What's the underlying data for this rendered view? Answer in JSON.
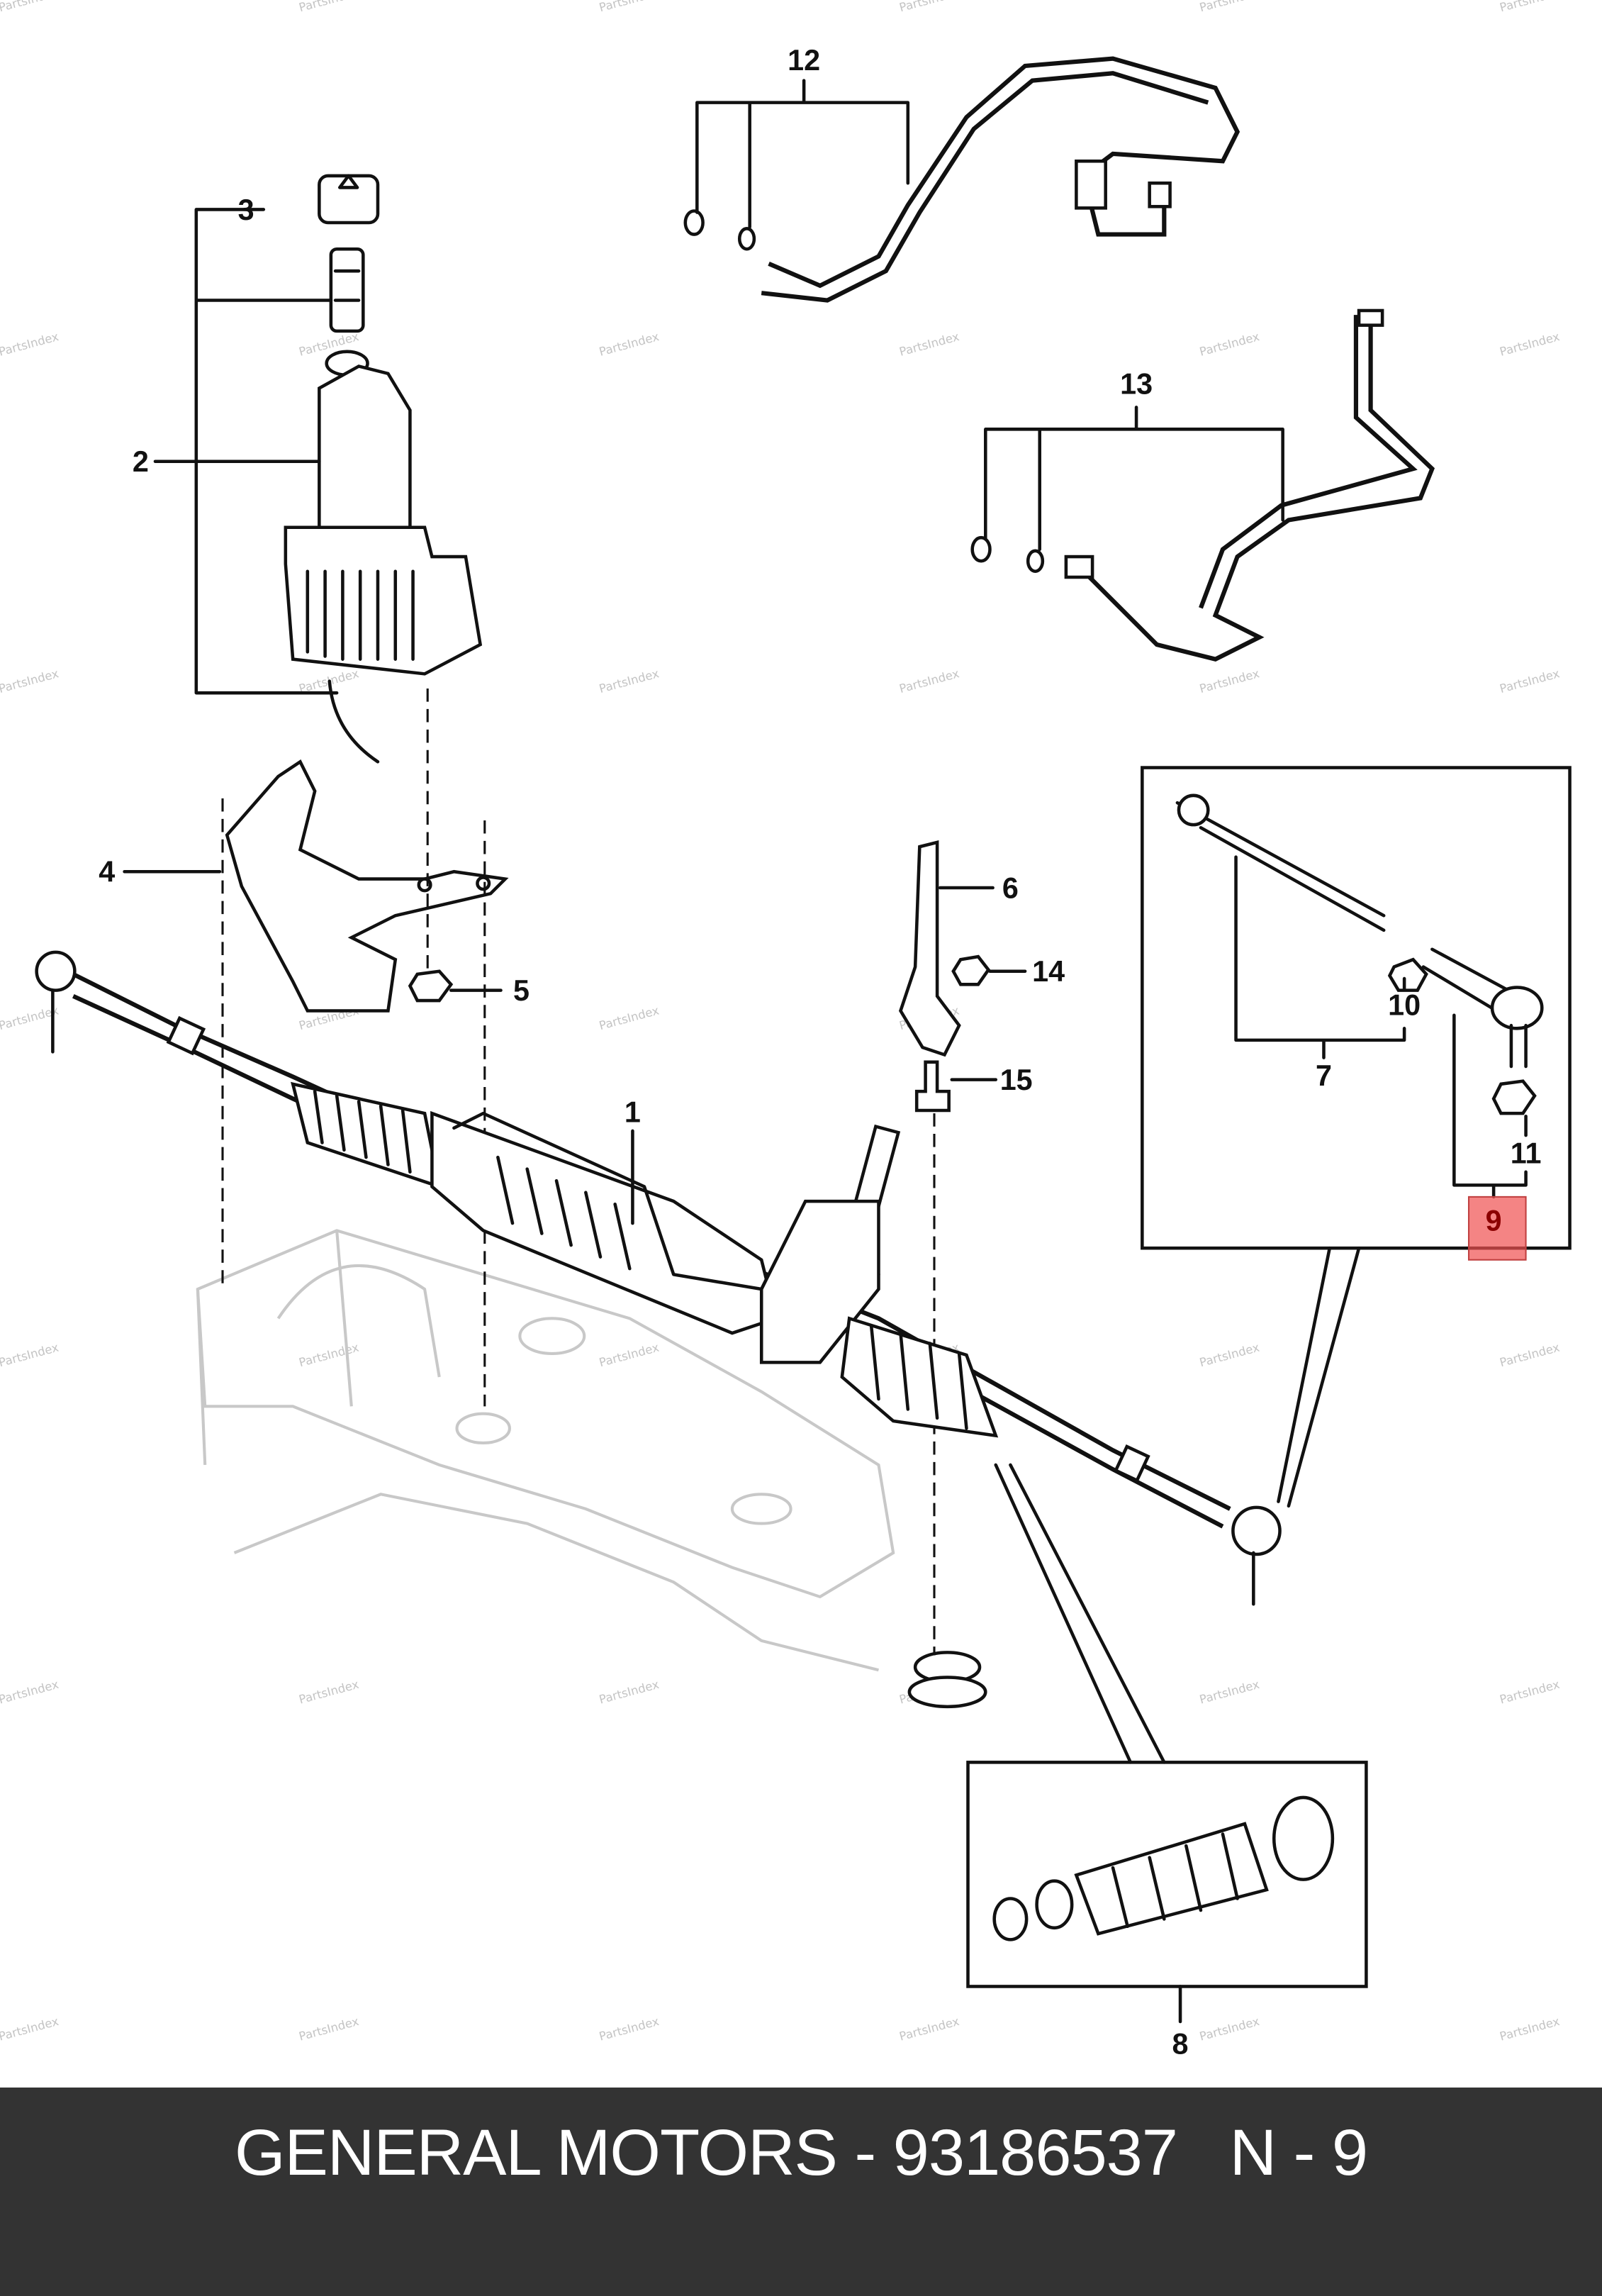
{
  "watermark": "PartsIndex",
  "labels": {
    "l1": "1",
    "l2": "2",
    "l3": "3",
    "l4": "4",
    "l5": "5",
    "l6": "6",
    "l7": "7",
    "l8": "8",
    "l9": "9",
    "l10": "10",
    "l11": "11",
    "l12": "12",
    "l13": "13",
    "l14": "14",
    "l15": "15"
  },
  "highlighted_label": "9",
  "colors": {
    "highlight": "#f05050",
    "footer_bg": "#333333"
  },
  "footer": {
    "text": "GENERAL MOTORS - 93186537   N - 9"
  }
}
